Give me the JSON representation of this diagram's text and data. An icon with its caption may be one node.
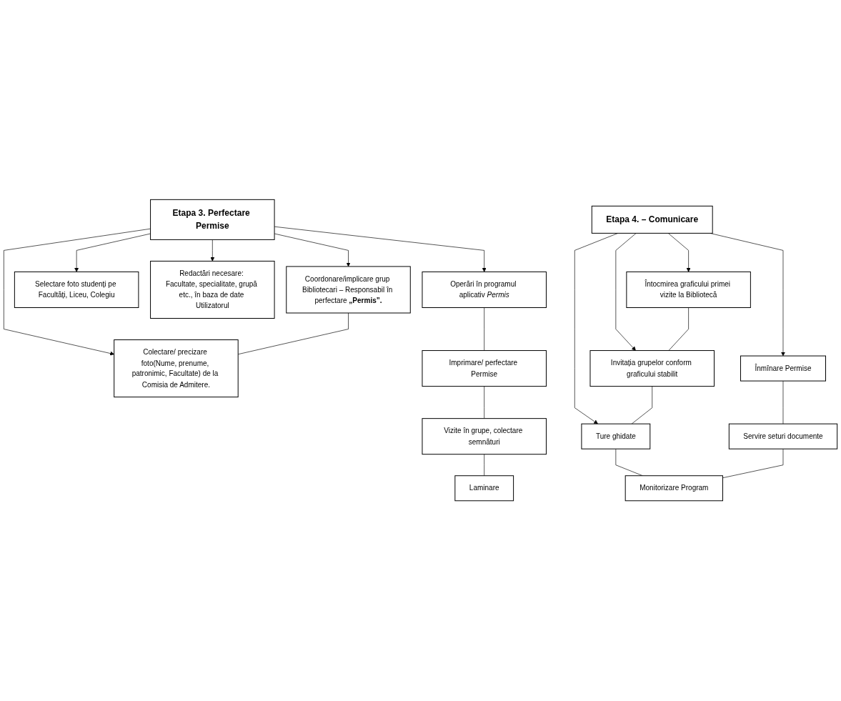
{
  "diagram": {
    "nodes": [
      {
        "text": [
          "Etapa 3. Perfectare Permise"
        ]
      },
      {
        "text": [
          "Coordonare/implicare grup Bibliotecari – Responsabil în perfectare **„Permis”.**"
        ]
      },
      {
        "text": [
          "Colectare/ precizare foto(Nume, prenume, patronimic, Facultate) de la Comisia de Admitere."
        ]
      },
      {
        "text": [
          "Selectare foto studenți pe Facultăți, Liceu, Colegiu"
        ]
      },
      {
        "text": [
          "Redactări necesare: Facultate, specialitate, grupă etc., în baza de date Utilizatorul"
        ]
      },
      {
        "text": [
          "Operări în programul aplicativ *Permis*"
        ]
      },
      {
        "text": [
          "Imprimare/ perfectare Permise"
        ]
      },
      {
        "text": [
          "Vizite în grupe, colectare semnături"
        ]
      },
      {
        "text": [
          "Laminare"
        ]
      },
      {
        "text": [
          "Etapa 4. – Comunicare"
        ]
      },
      {
        "text": [
          "Întocmirea graficului primei vizite la Bibliotecă"
        ]
      },
      {
        "text": [
          "Invitația grupelor conform graficului stabilit"
        ]
      },
      {
        "text": [
          "Ture ghidate"
        ]
      },
      {
        "text": [
          "Înmînare Permise"
        ]
      },
      {
        "text": [
          "Servire seturi documente"
        ]
      },
      {
        "text": [
          "Monitorizare Program"
        ]
      }
    ],
    "edges": [
      {
        "from": 0,
        "to": 1,
        "arrow": "to"
      },
      {
        "from": 0,
        "to": 2,
        "arrow": "to"
      },
      {
        "from": 0,
        "to": 3,
        "arrow": "to"
      },
      {
        "from": 0,
        "to": 4,
        "arrow": "to"
      },
      {
        "from": 1,
        "to": 2,
        "arrow": "none"
      },
      {
        "from": 0,
        "to": 5,
        "arrow": "to"
      },
      {
        "from": 5,
        "to": 6,
        "arrow": "none"
      },
      {
        "from": 6,
        "to": 7,
        "arrow": "none"
      },
      {
        "from": 7,
        "to": 8,
        "arrow": "none"
      },
      {
        "from": 9,
        "to": 10,
        "arrow": "to"
      },
      {
        "from": 9,
        "to": 11,
        "arrow": "to"
      },
      {
        "from": 9,
        "to": 12,
        "arrow": "to"
      },
      {
        "from": 10,
        "to": 11,
        "arrow": "none"
      },
      {
        "from": 11,
        "to": 12,
        "arrow": "none"
      },
      {
        "from": 12,
        "to": 15,
        "arrow": "none"
      },
      {
        "from": 9,
        "to": 13,
        "arrow": "to"
      },
      {
        "from": 13,
        "to": 14,
        "arrow": "none"
      },
      {
        "from": 14,
        "to": 15,
        "arrow": "none"
      }
    ]
  }
}
